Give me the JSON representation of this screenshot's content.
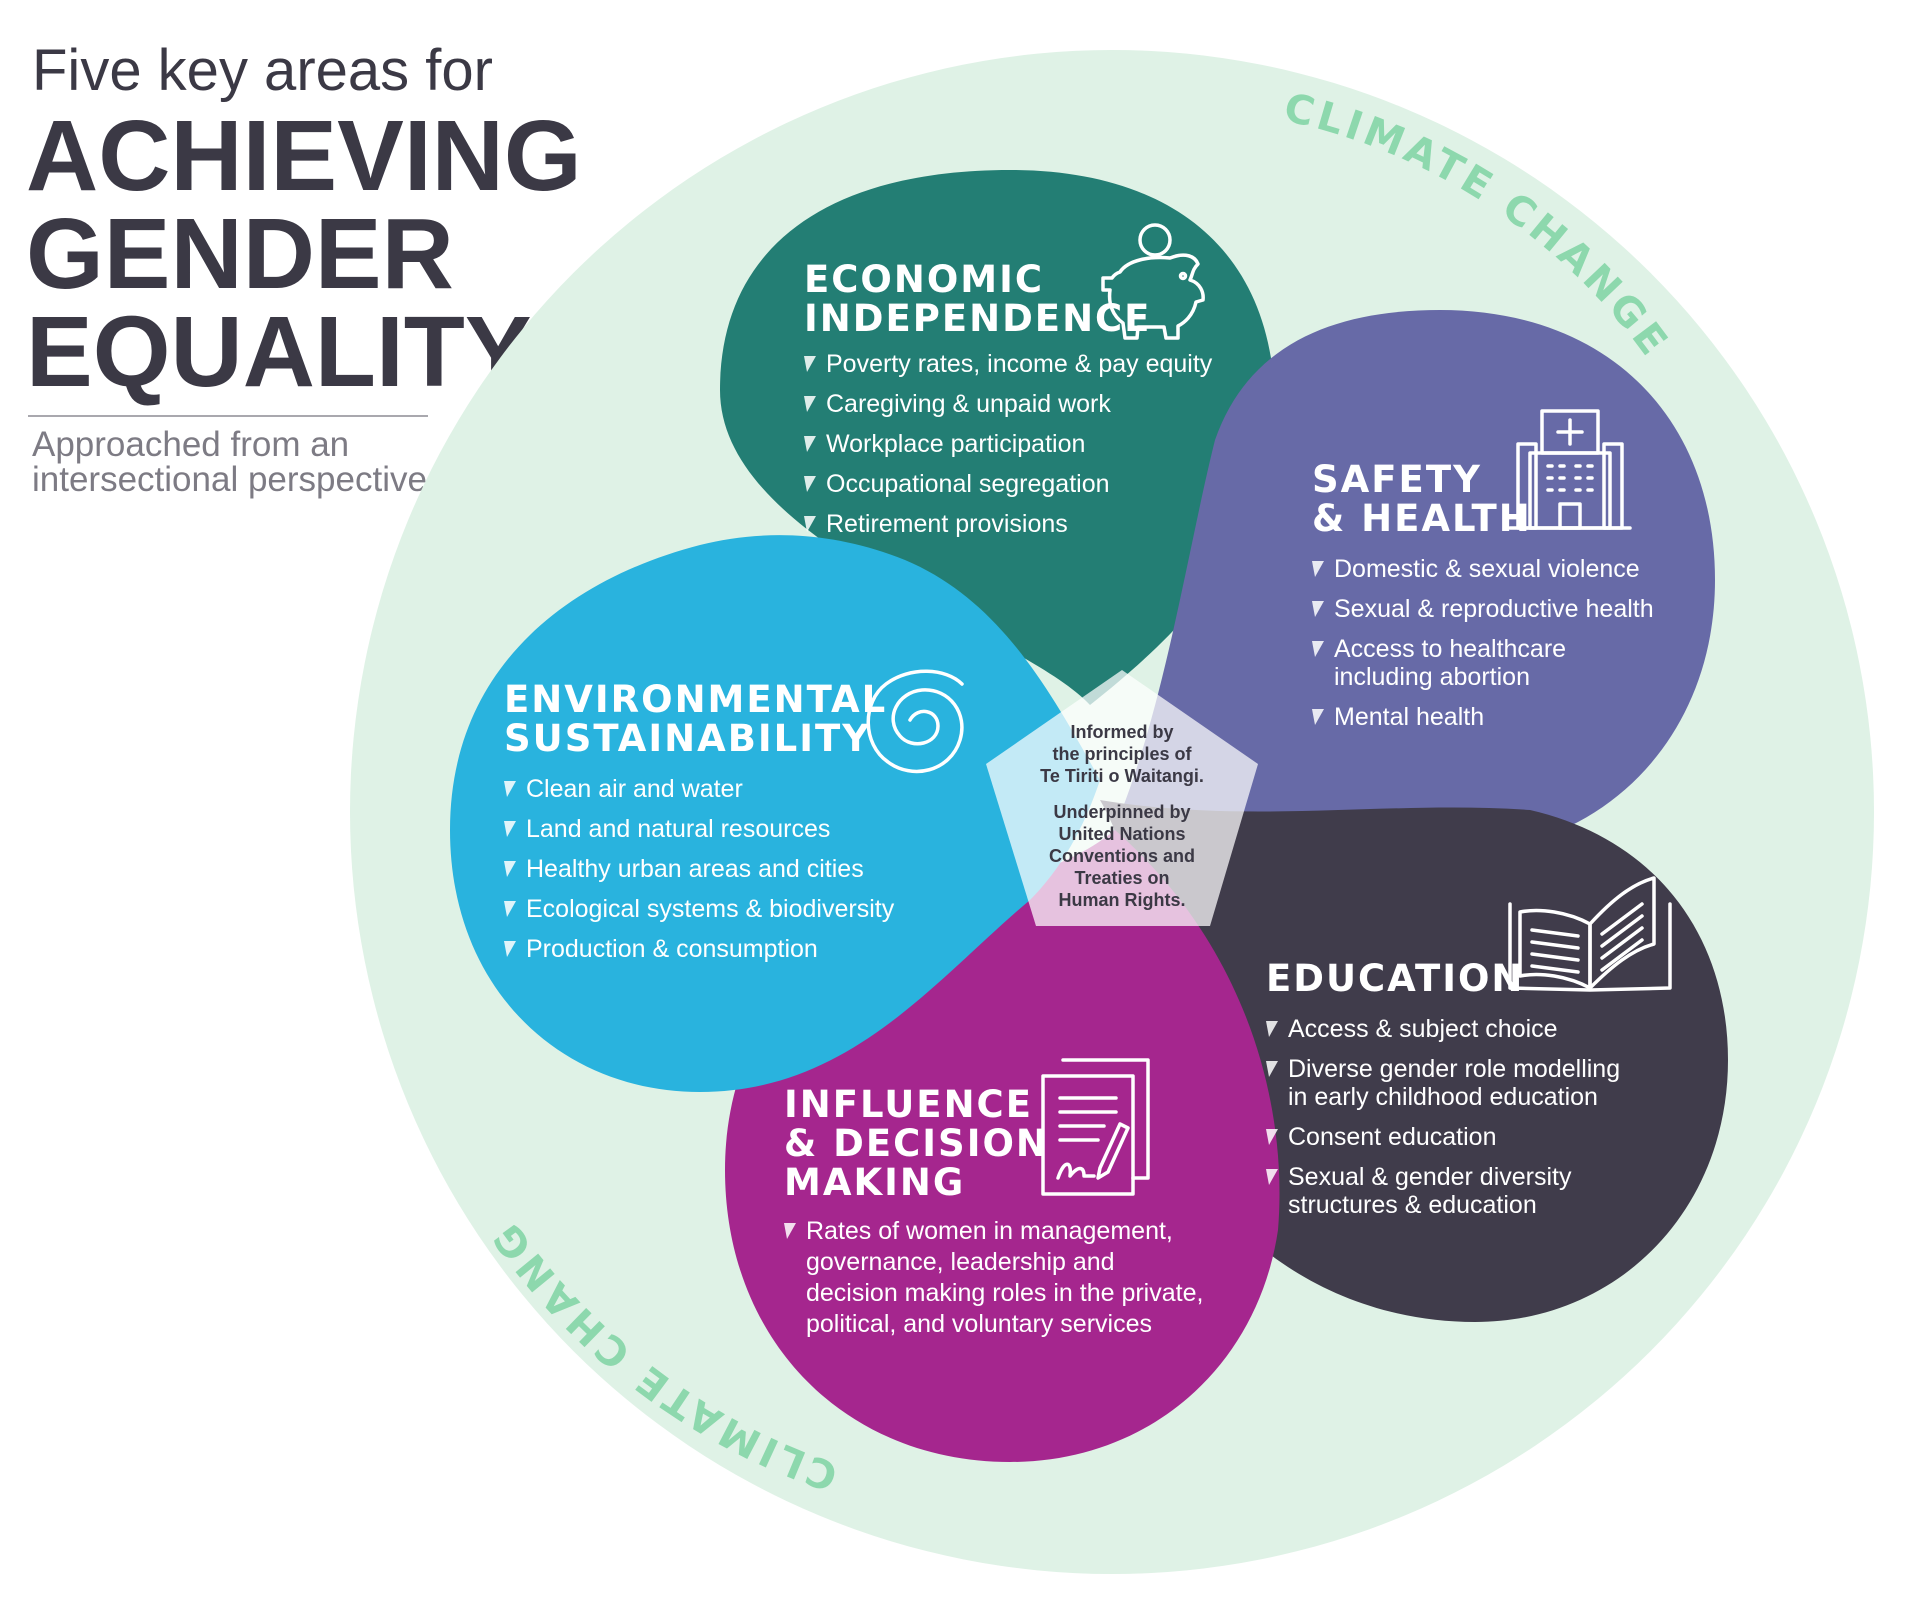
{
  "headline": {
    "intro": "Five key areas for",
    "lines": [
      "ACHIEVING",
      "GENDER",
      "EQUALITY"
    ],
    "subtitle_lines": [
      "Approached from an",
      "intersectional perspective."
    ]
  },
  "frame": {
    "label": "CLIMATE CHANGE",
    "color": "#dff2e6",
    "label_color": "#8dd8ad"
  },
  "areas": {
    "economic": {
      "title_lines": [
        "ECONOMIC",
        "INDEPENDENCE"
      ],
      "icon": "piggy-bank-icon",
      "color": "#237e74",
      "items": [
        [
          "Poverty rates, income & pay equity"
        ],
        [
          "Caregiving & unpaid work"
        ],
        [
          "Workplace participation"
        ],
        [
          "Occupational segregation"
        ],
        [
          "Retirement provisions"
        ]
      ]
    },
    "safety": {
      "title_lines": [
        "SAFETY",
        "& HEALTH"
      ],
      "icon": "hospital-icon",
      "color": "#676aa7",
      "items": [
        [
          "Domestic & sexual violence"
        ],
        [
          "Sexual & reproductive health"
        ],
        [
          "Access to healthcare",
          "including abortion"
        ],
        [
          "Mental health"
        ]
      ]
    },
    "environment": {
      "title_lines": [
        "ENVIRONMENTAL",
        "SUSTAINABILITY"
      ],
      "icon": "spiral-icon",
      "color": "#29b3de",
      "items": [
        [
          "Clean air and water"
        ],
        [
          "Land and natural resources"
        ],
        [
          "Healthy urban areas and cities"
        ],
        [
          "Ecological systems & biodiversity"
        ],
        [
          "Production & consumption"
        ]
      ]
    },
    "education": {
      "title_lines": [
        "EDUCATION"
      ],
      "icon": "open-book-icon",
      "color": "#403c4b",
      "items": [
        [
          "Access & subject choice"
        ],
        [
          "Diverse gender role modelling",
          "in early childhood education"
        ],
        [
          "Consent education"
        ],
        [
          "Sexual & gender diversity",
          "structures & education"
        ]
      ]
    },
    "influence": {
      "title_lines": [
        "INFLUENCE",
        "& DECISION",
        "MAKING"
      ],
      "icon": "signed-document-icon",
      "color": "#a5268e",
      "items": [
        [
          "Rates of women in management,",
          "governance, leadership and",
          "decision making roles in the private,",
          "political, and voluntary services"
        ]
      ]
    }
  },
  "center": {
    "lines_a": [
      "Informed by",
      "the principles of",
      "Te Tiriti o Waitangi."
    ],
    "lines_b": [
      "Underpinned by",
      "United Nations",
      "Conventions and",
      "Treaties on",
      "Human Rights."
    ]
  }
}
